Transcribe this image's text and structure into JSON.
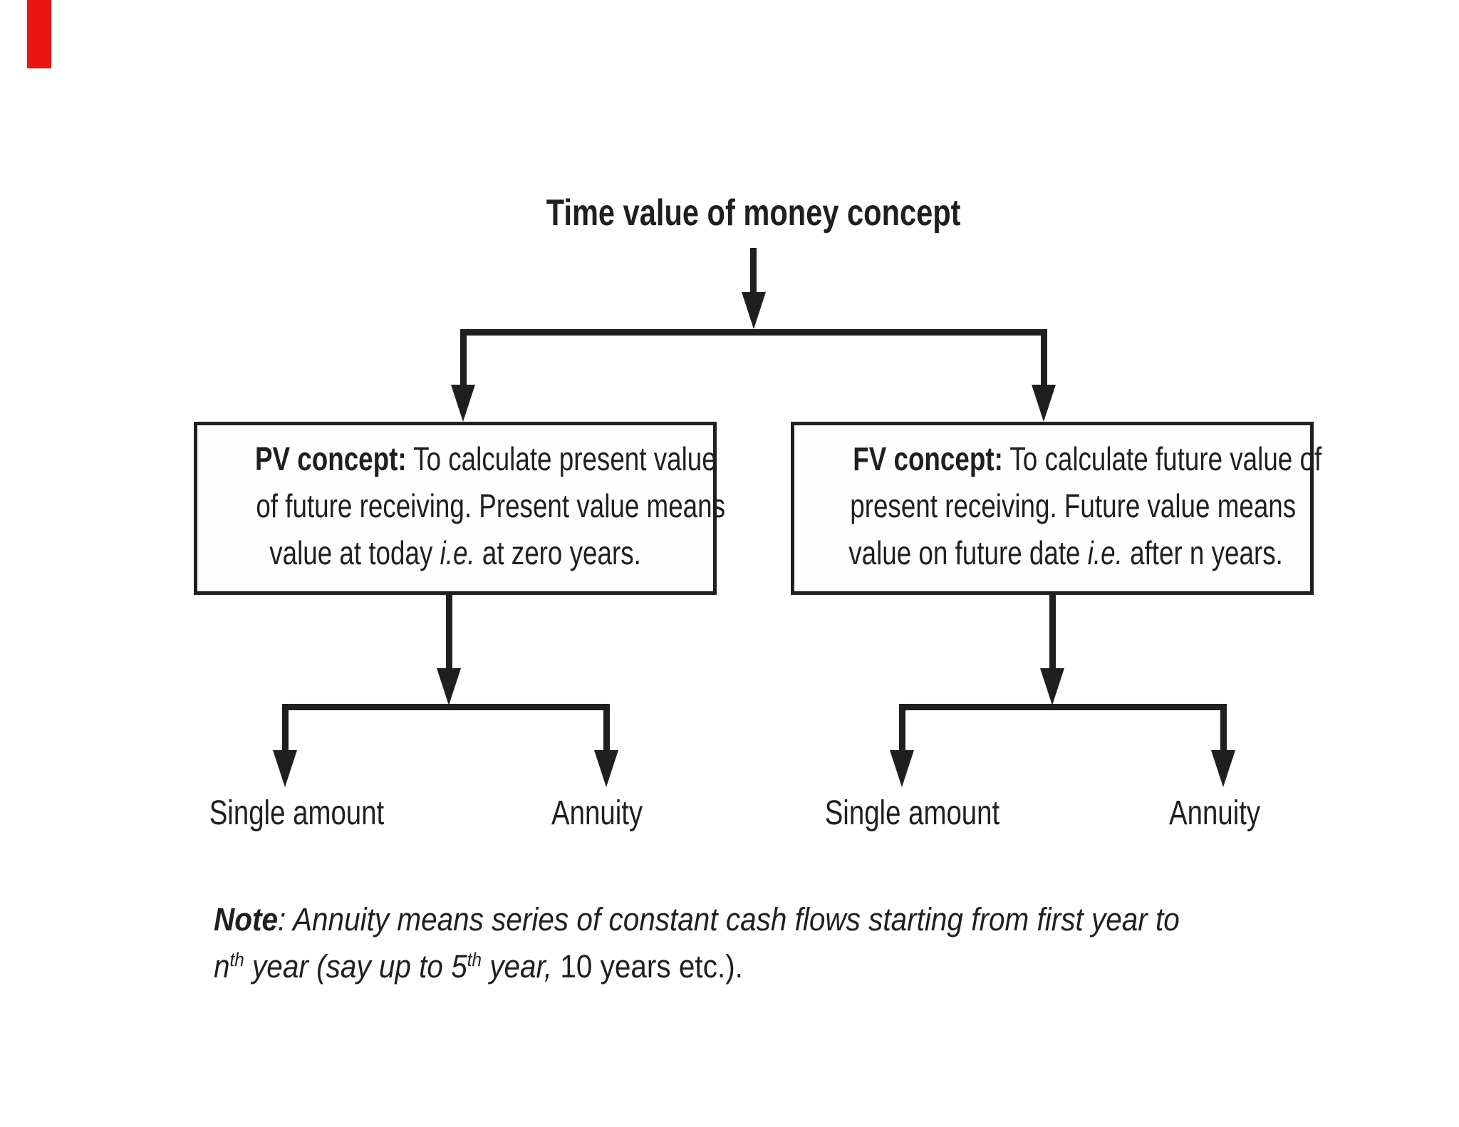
{
  "colors": {
    "marker_red": "#e91515",
    "ink": "#1f1f1f"
  },
  "diagram": {
    "title": "Time value of money concept",
    "pv_box": {
      "lead": "PV concept:",
      "line1_rest": " To calculate present value",
      "line2": "of future receiving. Present value means",
      "line3_pre": "value at today ",
      "line3_ie": "i.e.",
      "line3_post": " at zero years."
    },
    "fv_box": {
      "lead": "FV concept:",
      "line1_rest": " To calculate future value of",
      "line2": "present receiving. Future value means",
      "line3_pre": "value on future date ",
      "line3_ie": "i.e.",
      "line3_post": " after n years."
    },
    "leaves": {
      "pv_single": "Single amount",
      "pv_annuity": "Annuity",
      "fv_single": "Single amount",
      "fv_annuity": "Annuity"
    }
  },
  "note": {
    "label": "Note",
    "line1_rest": ": Annuity means series of constant cash flows starting from first year to",
    "l2_n": "n",
    "l2_sup1": "th",
    "l2_mid": " year (say up to 5",
    "l2_sup2": "th",
    "l2_after": " year, ",
    "l2_tail": "10 years etc.)."
  }
}
